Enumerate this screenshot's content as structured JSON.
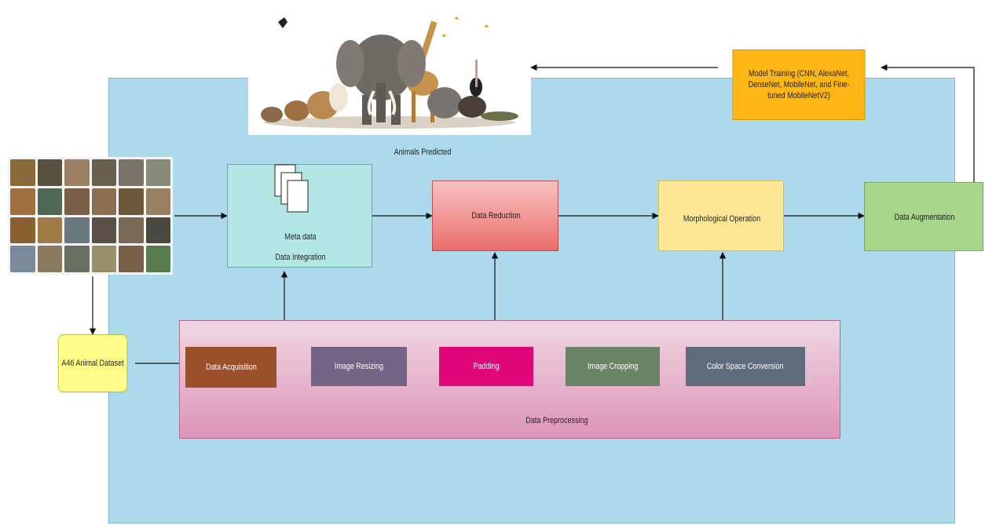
{
  "nodes": {
    "dataset": "A46 Animal Dataset",
    "meta": "Meta data",
    "integration": "Data Integration",
    "reduction": "Data Reduction",
    "morphological": "Morphological Operation",
    "augmentation": "Data Augmentation",
    "training": "Model Training (CNN, AlexaNet, DenseNet, MobileNet, and Fine-tuned MobileNetV2)",
    "predicted": "Animals Predicted",
    "preprocessing": "Data Preprocessing"
  },
  "preprocessing_steps": [
    {
      "label": "Data Acquisition",
      "color": "#9b4f2b"
    },
    {
      "label": "Image Resizing",
      "color": "#756386"
    },
    {
      "label": "Padding",
      "color": "#e0077a"
    },
    {
      "label": "Image Cropping",
      "color": "#6b8465"
    },
    {
      "label": "Color Space Conversion",
      "color": "#5f6c7c"
    }
  ],
  "colors": {
    "panel": "#acd9ec",
    "integration_fill": "#b2e6e4",
    "reduction_fill": "#f08a88",
    "morph_fill": "#fde796",
    "augmentation_fill": "#a6d68c",
    "training_fill": "#fdb613",
    "dataset_fill": "#fffd8a",
    "preprocessing_fill": "#e6a6c4"
  }
}
